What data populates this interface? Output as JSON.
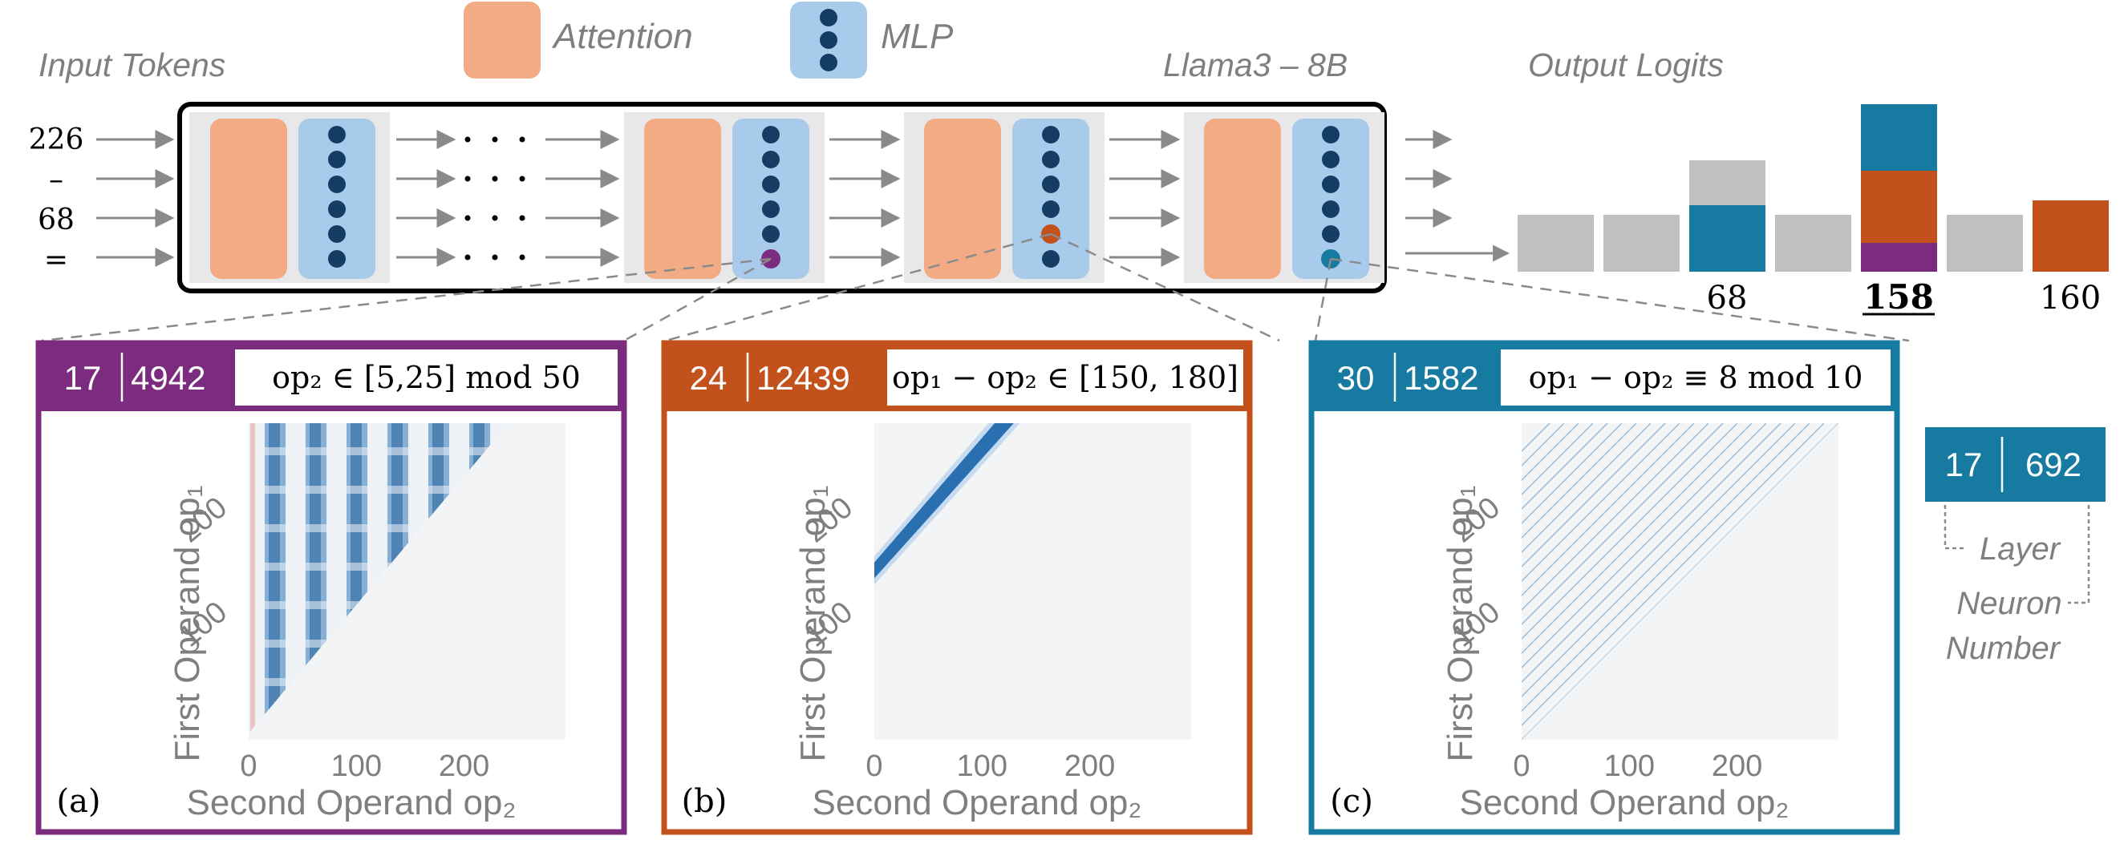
{
  "legend": {
    "attention_label": "Attention",
    "mlp_label": "MLP"
  },
  "header": {
    "input_tokens": "Input Tokens",
    "model_name": "Llama3 – 8B",
    "output_logits": "Output Logits"
  },
  "input_tokens": [
    "226",
    "–",
    "68",
    "="
  ],
  "output_bars": {
    "labels": [
      "68",
      "158",
      "160"
    ],
    "highlighted_label": "158"
  },
  "panels": [
    {
      "id": "a",
      "panel_label": "(a)",
      "layer": "17",
      "neuron": "4942",
      "formula": "op₂ ∈ [5,25] mod 50",
      "ylabel": "First Operand op₁",
      "xlabel": "Second Operand op₂",
      "xticks": [
        "0",
        "100",
        "200"
      ],
      "yticks": [
        "100",
        "200"
      ],
      "color": "#7b2c7e"
    },
    {
      "id": "b",
      "panel_label": "(b)",
      "layer": "24",
      "neuron": "12439",
      "formula": "op₁ − op₂ ∈ [150, 180]",
      "ylabel": "First Operand op₁",
      "xlabel": "Second Operand op₂",
      "xticks": [
        "0",
        "100",
        "200"
      ],
      "yticks": [
        "100",
        "200"
      ],
      "color": "#c2511b"
    },
    {
      "id": "c",
      "panel_label": "(c)",
      "layer": "30",
      "neuron": "1582",
      "formula": "op₁ − op₂ ≡ 8 mod 10",
      "ylabel": "First Operand op₁",
      "xlabel": "Second Operand op₂",
      "xticks": [
        "0",
        "100",
        "200"
      ],
      "yticks": [
        "100",
        "200"
      ],
      "color": "#177aa0"
    }
  ],
  "key_box": {
    "layer": "17",
    "neuron": "692",
    "layer_caption": "Layer",
    "neuron_caption_1": "Neuron",
    "neuron_caption_2": "Number"
  },
  "colors": {
    "attention": "#f2ab85",
    "mlp": "#a8cbec",
    "dot": "#153d63",
    "purple": "#7b2c7e",
    "orange": "#c2511b",
    "teal": "#177aa0",
    "gray_bar": "#c0c0c0",
    "block_bg": "#e8e8e8",
    "text_gray": "#7f7f7f"
  }
}
